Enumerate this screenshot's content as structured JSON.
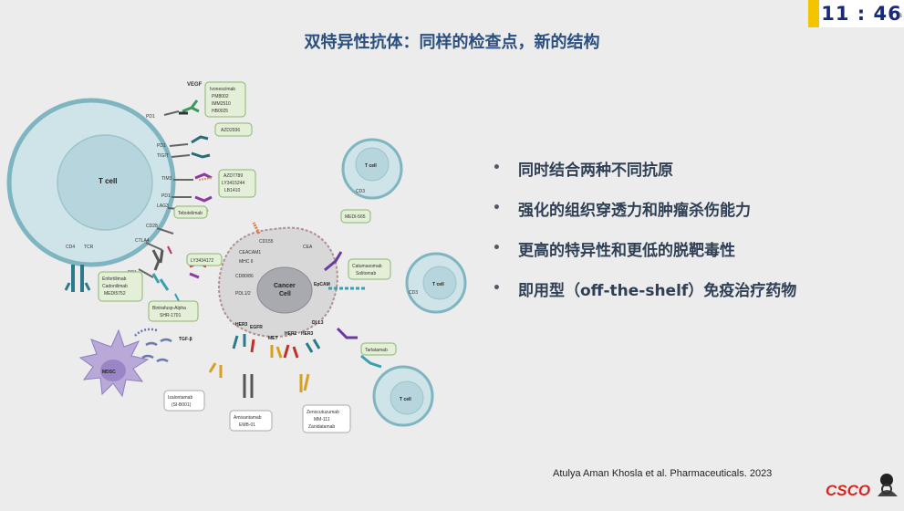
{
  "clock": {
    "time": "11 : 46",
    "small": "8"
  },
  "title": "双特异性抗体：同样的检查点，新的结构",
  "bullets": [
    "同时结合两种不同抗原",
    "强化的组织穿透力和肿瘤杀伤能力",
    "更高的特异性和更低的脱靶毒性",
    "即用型（off-the-shelf）免疫治疗药物"
  ],
  "citation": "Atulya Aman Khosla et al. Pharmaceuticals. 2023",
  "logo": "CSCO",
  "diagram": {
    "cells": {
      "tcell_main": "T cell",
      "tcell_1": "T cell",
      "tcell_2": "T cell",
      "tcell_3": "T cell",
      "cancer_1": "Cancer",
      "cancer_2": "Cell",
      "mdsc": "MDSC"
    },
    "tcell_receptors": {
      "pd1a": "PD1",
      "pd1b": "PD1",
      "tigit": "TIGIT",
      "tim3": "TIM3",
      "pd1c": "PD1",
      "lag3": "LAG3",
      "cd28": "CD28",
      "ctla4": "CTLA4",
      "cd4": "CD4",
      "tcr": "TCR",
      "pd1d": "PD1",
      "vegf": "VEGF",
      "cd3_1": "CD3",
      "cd3_2": "CD3"
    },
    "cancer_antigens": {
      "cd155": "CD155",
      "ceacam1": "CEACAM1",
      "mhc2": "MHC II",
      "cd80": "CD80/86",
      "pdl1": "PDL1/2",
      "cea": "CEA",
      "epcam": "EpCAM",
      "her3a": "HER3",
      "egfr": "EGFR",
      "met": "MET",
      "her2": "HER2",
      "her3b": "HER3",
      "dll3": "DLL3",
      "tgfb": "TGF-β"
    },
    "drug_boxes": {
      "ivonescimab": [
        "Ivonescimab",
        "PM8002",
        "IMM2510",
        "HB0025"
      ],
      "azd2936": [
        "AZD2936"
      ],
      "azd7789": [
        "AZD7789",
        "LY3415244",
        "LB1410"
      ],
      "tebotelimab": [
        "Tebotelimab"
      ],
      "ly3434172": [
        "LY3434172"
      ],
      "enfortilimab": [
        "Enfortilimab",
        "Cadonilimab",
        "MEDI5752"
      ],
      "bintrafusp": [
        "Bintrafusp-Alpha",
        "SHR-1701"
      ],
      "medi565": [
        "MEDI-565"
      ],
      "catumaxomab": [
        "Catumaxomab",
        "Solitomab"
      ],
      "tarlatamab": [
        "Tarlatamab"
      ],
      "izalontamab": [
        "Izalontamab",
        "(SI-B001)"
      ],
      "amivantamab": [
        "Amivantamab",
        "EMB-01"
      ],
      "zenocutuzumab": [
        "Zenocutuzumab",
        "MM-111",
        "Zanidatamab"
      ]
    }
  },
  "colors": {
    "title": "#2b4f80",
    "tcell_fill": "#cfe4e8",
    "tcell_stroke": "#7fb5c0",
    "cancer_fill": "#d8d8d8",
    "mdsc_fill": "#b9a9d9",
    "drug_box_fill": "#e3efd6",
    "drug_box_stroke": "#8bb570"
  }
}
